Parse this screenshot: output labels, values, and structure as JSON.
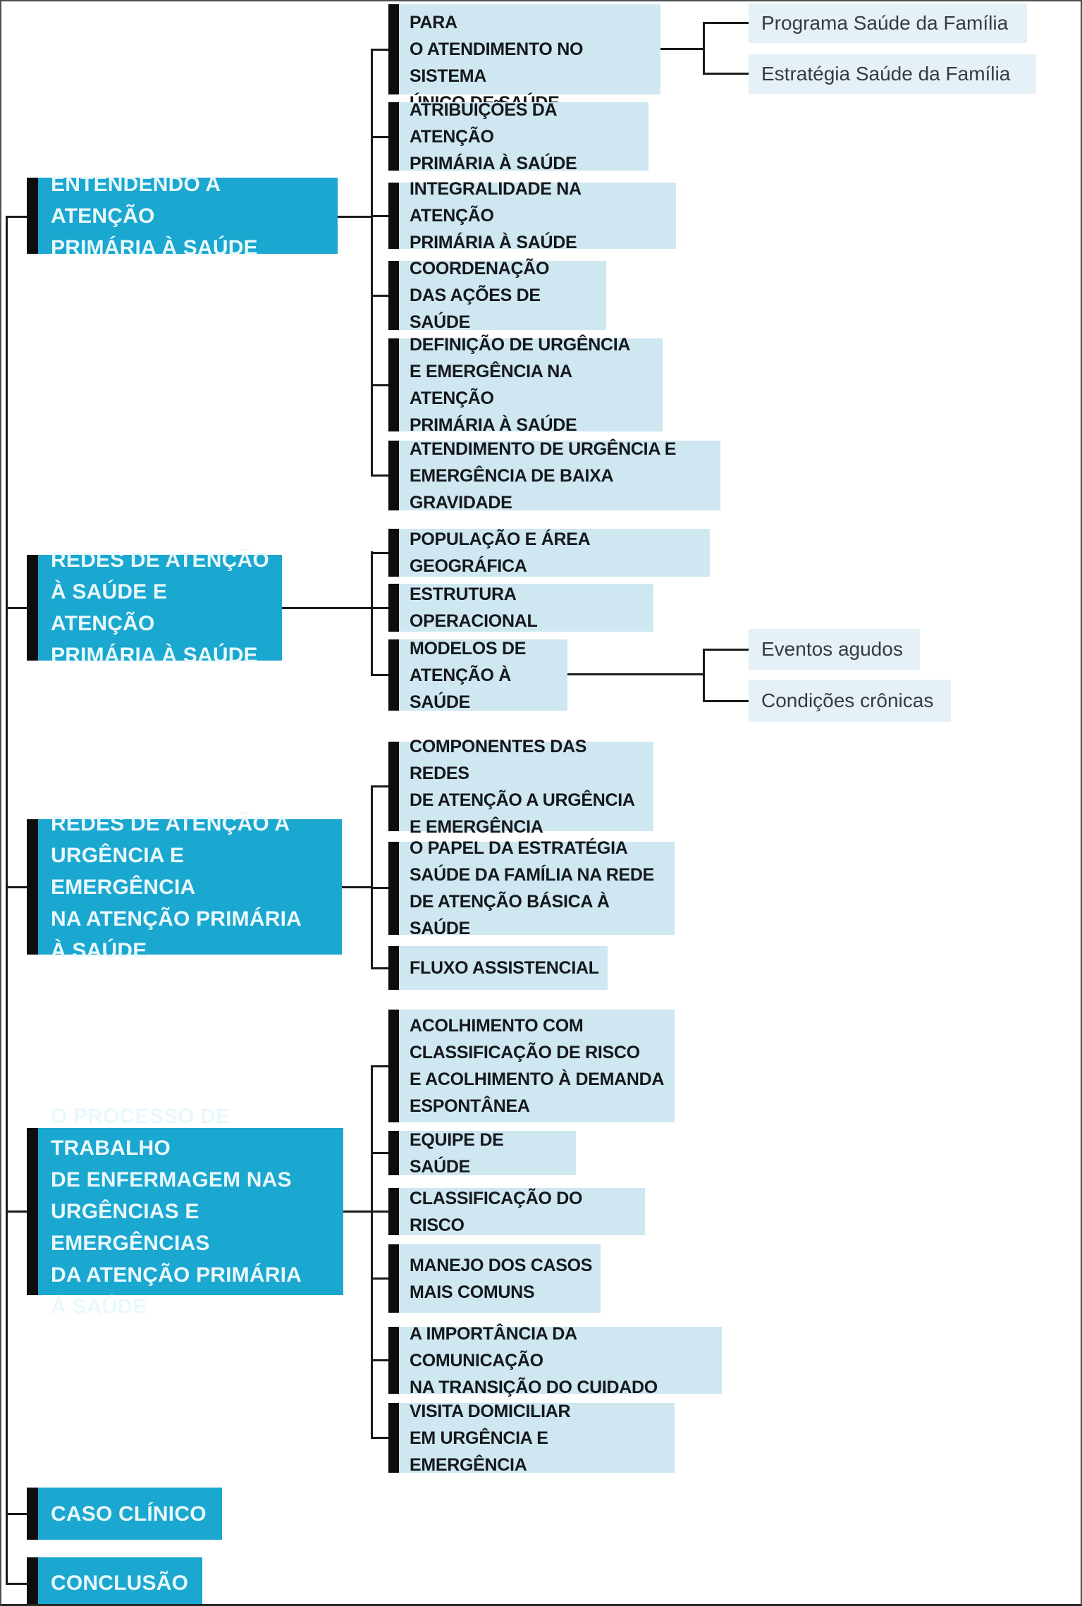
{
  "colors": {
    "primary": "#1AA7D0",
    "child_bg": "#CEE7F1",
    "leaf_bg": "#E5F0F7",
    "bar": "#0D0D0D",
    "line": "#1A1A1A"
  },
  "sections": [
    {
      "title": "ENTENDENDO A ATENÇÃO\nPRIMÁRIA À SAÚDE",
      "children": [
        {
          "label": "A PORTA DE ENTRADA PARA\nO ATENDIMENTO NO SISTEMA\nÚNICO DE SAÚDE",
          "children": [
            {
              "label": "Programa Saúde da Família"
            },
            {
              "label": "Estratégia Saúde da Família"
            }
          ]
        },
        {
          "label": "ATRIBUIÇÕES DA ATENÇÃO\nPRIMÁRIA À SAÚDE"
        },
        {
          "label": "INTEGRALIDADE NA ATENÇÃO\nPRIMÁRIA À SAÚDE"
        },
        {
          "label": "COORDENAÇÃO\nDAS AÇÕES DE SAÚDE"
        },
        {
          "label": "DEFINIÇÃO DE URGÊNCIA\nE EMERGÊNCIA NA ATENÇÃO\nPRIMÁRIA À SAÚDE"
        },
        {
          "label": "ATENDIMENTO DE URGÊNCIA E\nEMERGÊNCIA DE BAIXA GRAVIDADE"
        }
      ]
    },
    {
      "title": "REDES DE ATENÇÃO\nÀ SAÚDE E ATENÇÃO\nPRIMÁRIA À SAÚDE",
      "children": [
        {
          "label": "POPULAÇÃO E ÁREA GEOGRÁFICA"
        },
        {
          "label": "ESTRUTURA OPERACIONAL"
        },
        {
          "label": "MODELOS DE\nATENÇÃO À SAÚDE",
          "children": [
            {
              "label": "Eventos agudos"
            },
            {
              "label": "Condições crônicas"
            }
          ]
        }
      ]
    },
    {
      "title": "REDES DE ATENÇÃO A\nURGÊNCIA E EMERGÊNCIA\nNA ATENÇÃO PRIMÁRIA\nÀ SAÚDE",
      "children": [
        {
          "label": "COMPONENTES DAS REDES\nDE ATENÇÃO A URGÊNCIA\nE EMERGÊNCIA"
        },
        {
          "label": "O PAPEL DA ESTRATÉGIA\nSAÚDE DA FAMÍLIA NA REDE\nDE ATENÇÃO BÁSICA À SAÚDE"
        },
        {
          "label": "FLUXO ASSISTENCIAL"
        }
      ]
    },
    {
      "title": "O PROCESSO DE TRABALHO\nDE ENFERMAGEM NAS\nURGÊNCIAS E EMERGÊNCIAS\nDA ATENÇÃO PRIMÁRIA\nÀ SAÚDE",
      "children": [
        {
          "label": "ACOLHIMENTO COM\nCLASSIFICAÇÃO DE RISCO\nE ACOLHIMENTO À DEMANDA\nESPONTÂNEA"
        },
        {
          "label": "EQUIPE DE SAÚDE"
        },
        {
          "label": "CLASSIFICAÇÃO DO RISCO"
        },
        {
          "label": "MANEJO DOS CASOS\nMAIS COMUNS"
        },
        {
          "label": "A IMPORTÂNCIA DA COMUNICAÇÃO\nNA TRANSIÇÃO DO CUIDADO"
        },
        {
          "label": "VISITA DOMICILIAR\nEM URGÊNCIA E EMERGÊNCIA"
        }
      ]
    },
    {
      "title": "CASO CLÍNICO",
      "children": []
    },
    {
      "title": "CONCLUSÃO",
      "children": []
    }
  ]
}
